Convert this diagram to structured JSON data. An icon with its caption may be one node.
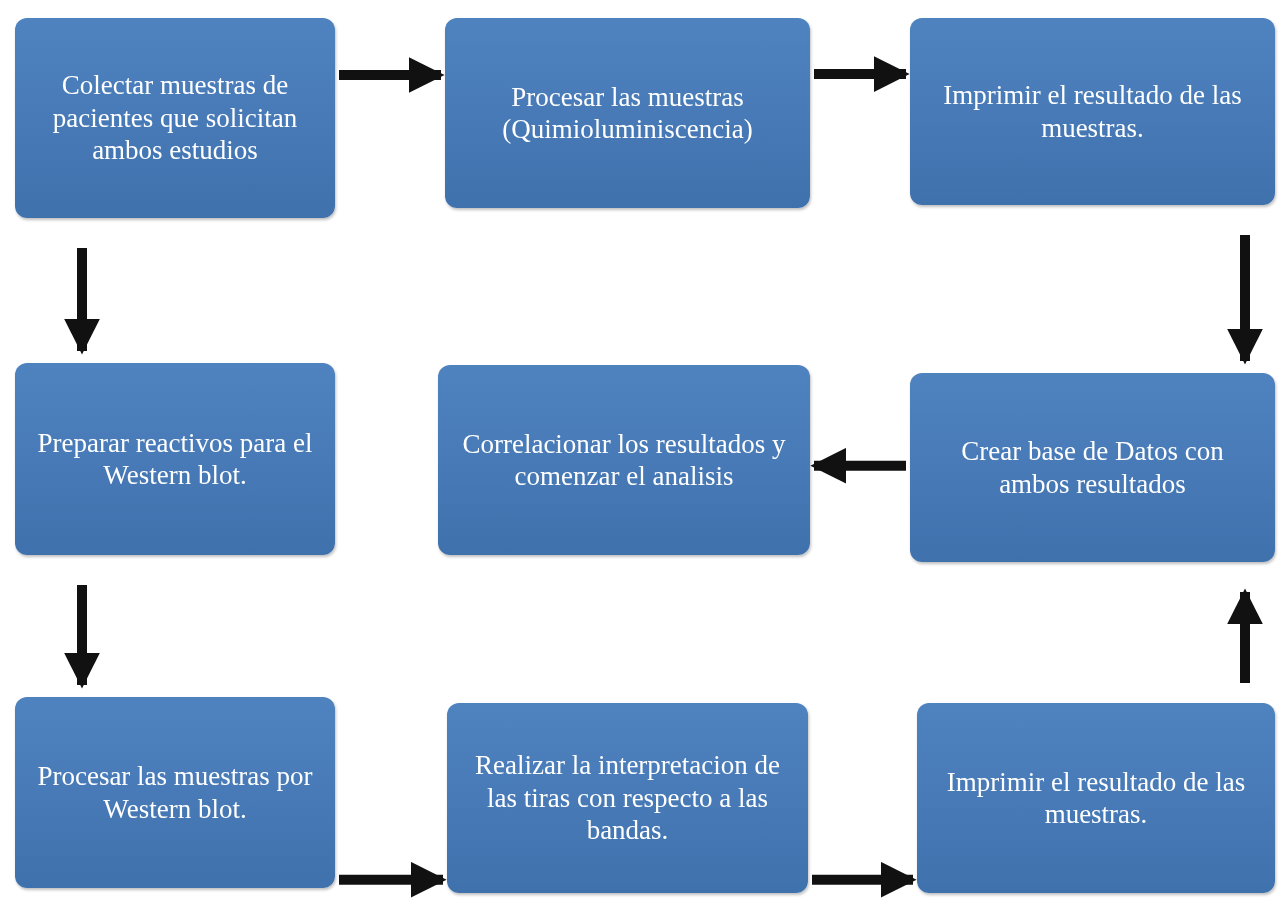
{
  "diagram": {
    "nodes": [
      {
        "text": [
          "Colectar muestras de pacientes que solicitan ambos estudios"
        ]
      },
      {
        "text": [
          "Procesar las muestras (Quimioluminiscencia)"
        ]
      },
      {
        "text": [
          "Imprimir el resultado de las muestras."
        ]
      },
      {
        "text": [
          "Preparar reactivos para el Western blot."
        ]
      },
      {
        "text": [
          "Correlacionar los resultados y comenzar el analisis"
        ]
      },
      {
        "text": [
          "Crear base de Datos con ambos resultados"
        ]
      },
      {
        "text": [
          "Procesar las muestras por Western blot."
        ]
      },
      {
        "text": [
          "Realizar la interpretacion de las tiras con respecto a las bandas."
        ]
      },
      {
        "text": [
          "Imprimir el resultado de las muestras."
        ]
      }
    ],
    "edges": [
      {
        "from": 0,
        "to": 1,
        "arrow": "to"
      },
      {
        "from": 1,
        "to": 2,
        "arrow": "to"
      },
      {
        "from": 2,
        "to": 5,
        "arrow": "to"
      },
      {
        "from": 5,
        "to": 4,
        "arrow": "to"
      },
      {
        "from": 0,
        "to": 3,
        "arrow": "to"
      },
      {
        "from": 3,
        "to": 6,
        "arrow": "to"
      },
      {
        "from": 6,
        "to": 7,
        "arrow": "to"
      },
      {
        "from": 7,
        "to": 8,
        "arrow": "to"
      },
      {
        "from": 8,
        "to": 5,
        "arrow": "to"
      }
    ]
  }
}
